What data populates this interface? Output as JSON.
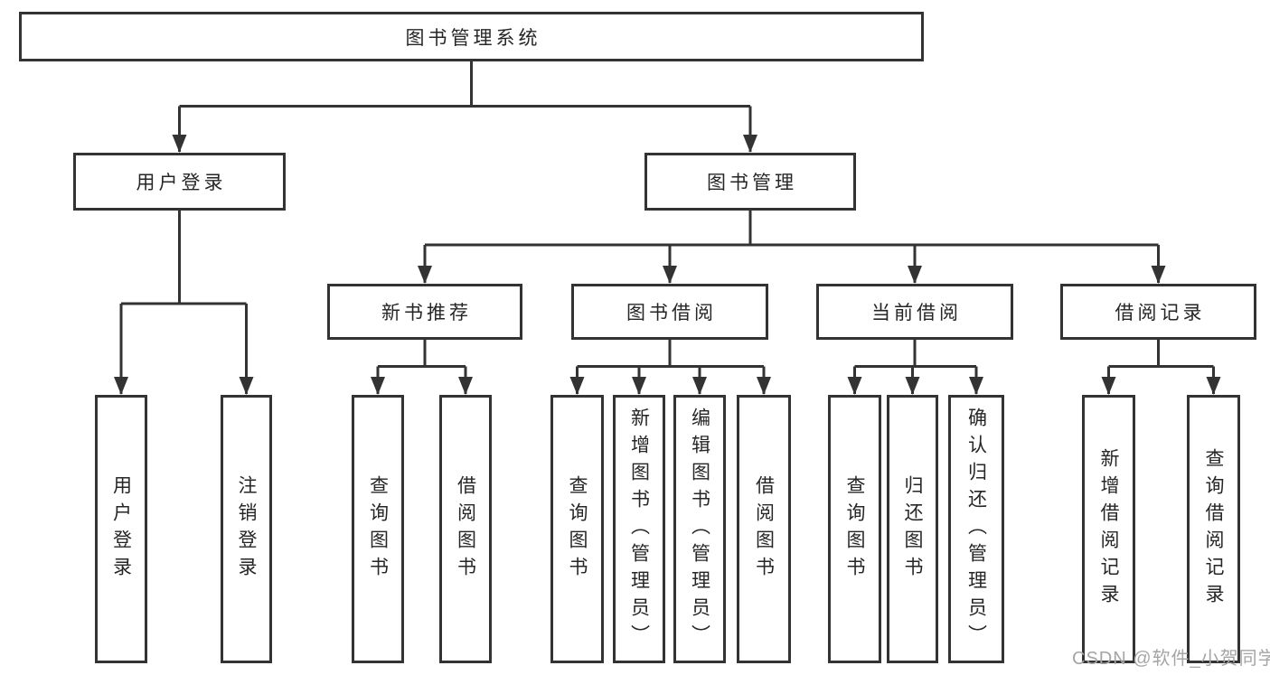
{
  "tree": {
    "label": "图书管理系统",
    "children": [
      {
        "label": "用户登录",
        "children": [
          {
            "label": "用户登录"
          },
          {
            "label": "注销登录"
          }
        ]
      },
      {
        "label": "图书管理",
        "children": [
          {
            "label": "新书推荐",
            "children": [
              {
                "label": "查询图书"
              },
              {
                "label": "借阅图书"
              }
            ]
          },
          {
            "label": "图书借阅",
            "children": [
              {
                "label": "查询图书"
              },
              {
                "label": "新增图书（管理员）"
              },
              {
                "label": "编辑图书（管理员）"
              },
              {
                "label": "借阅图书"
              }
            ]
          },
          {
            "label": "当前借阅",
            "children": [
              {
                "label": "查询图书"
              },
              {
                "label": "归还图书"
              },
              {
                "label": "确认归还（管理员）"
              }
            ]
          },
          {
            "label": "借阅记录",
            "children": [
              {
                "label": "新增借阅记录"
              },
              {
                "label": "查询借阅记录"
              }
            ]
          }
        ]
      }
    ]
  },
  "watermark": {
    "text": "CSDN @软件_小贺同学"
  },
  "colors": {
    "line": "#333333",
    "text": "#262626",
    "background": "#ffffff",
    "watermark": "#a5a5a5"
  }
}
